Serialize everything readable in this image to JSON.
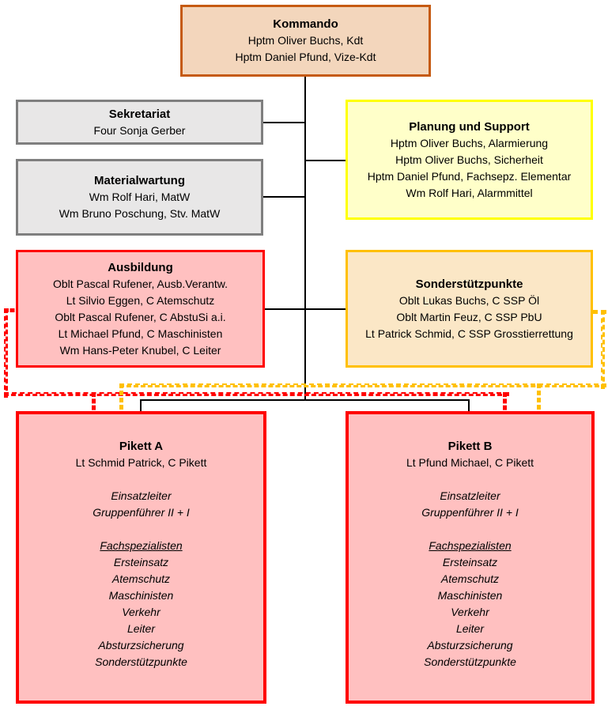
{
  "colors": {
    "orange_border": "#C55A11",
    "orange_fill": "#F3D6BC",
    "gray_border": "#7F7F7F",
    "gray_fill": "#E8E7E7",
    "yellow_border": "#FFFF00",
    "yellow_fill": "#FFFFC9",
    "red_border": "#FF0000",
    "pink_fill": "#FFC0C0",
    "gold_border": "#FFC000",
    "cream_fill": "#FBE7C6",
    "line_black": "#000000"
  },
  "boxes": {
    "kommando": {
      "title": "Kommando",
      "lines": [
        "Hptm Oliver Buchs, Kdt",
        "Hptm Daniel Pfund, Vize-Kdt"
      ]
    },
    "sekretariat": {
      "title": "Sekretariat",
      "lines": [
        "Four Sonja Gerber"
      ]
    },
    "materialwartung": {
      "title": "Materialwartung",
      "lines": [
        "Wm Rolf Hari, MatW",
        "Wm Bruno Poschung, Stv. MatW"
      ]
    },
    "planung": {
      "title": "Planung und Support",
      "lines": [
        "Hptm Oliver Buchs, Alarmierung",
        "Hptm Oliver Buchs, Sicherheit",
        "Hptm Daniel Pfund, Fachsepz. Elementar",
        "Wm Rolf Hari, Alarmmittel"
      ]
    },
    "ausbildung": {
      "title": "Ausbildung",
      "lines": [
        "Oblt Pascal Rufener, Ausb.Verantw.",
        "Lt Silvio Eggen, C Atemschutz",
        "Oblt Pascal Rufener, C AbstuSi a.i.",
        "Lt Michael Pfund, C Maschinisten",
        "Wm Hans-Peter Knubel, C Leiter"
      ]
    },
    "sonderstuetzpunkte": {
      "title": "Sonderstützpunkte",
      "lines": [
        "Oblt Lukas Buchs, C SSP Öl",
        "Oblt Martin Feuz, C SSP PbU",
        "Lt Patrick Schmid, C SSP Grosstierrettung"
      ]
    },
    "pikett_a": {
      "title": "Pikett A",
      "leader": "Lt Schmid Patrick, C Pikett",
      "roles": [
        "Einsatzleiter",
        "Gruppenführer II + I"
      ],
      "specialists_heading": "Fachspezialisten",
      "specialists": [
        "Ersteinsatz",
        "Atemschutz",
        "Maschinisten",
        "Verkehr",
        "Leiter",
        "Absturzsicherung",
        "Sonderstützpunkte"
      ]
    },
    "pikett_b": {
      "title": "Pikett B",
      "leader": "Lt Pfund Michael, C Pikett",
      "roles": [
        "Einsatzleiter",
        "Gruppenführer II + I"
      ],
      "specialists_heading": "Fachspezialisten",
      "specialists": [
        "Ersteinsatz",
        "Atemschutz",
        "Maschinisten",
        "Verkehr",
        "Leiter",
        "Absturzsicherung",
        "Sonderstützpunkte"
      ]
    }
  }
}
